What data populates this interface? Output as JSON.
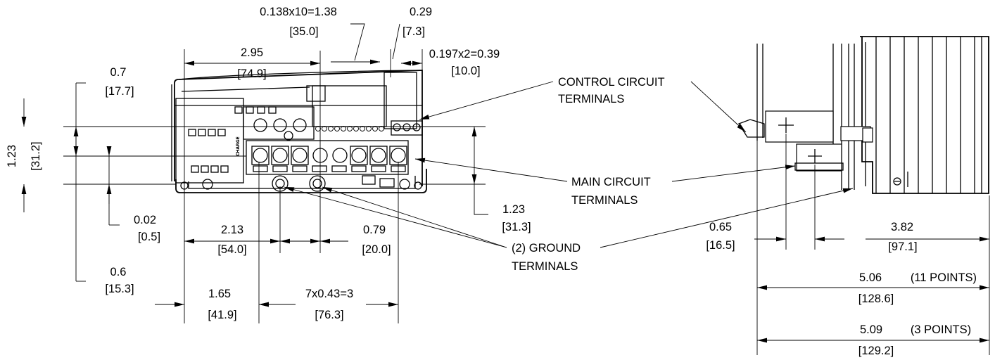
{
  "front_view": {
    "pitch_control": "0.138x10=1.38",
    "pitch_control_mm": "[35.0]",
    "dim_029": "0.29",
    "dim_029_mm": "[7.3]",
    "pitch_small": "0.197x2=0.39",
    "pitch_small_mm": "[10.0]",
    "dim_295": "2.95",
    "dim_295_mm": "[74.9]",
    "dim_07": "0.7",
    "dim_07_mm": "[17.7]",
    "dim_123_left": "1.23",
    "dim_123_left_mm": "[31.2]",
    "dim_002": "0.02",
    "dim_002_mm": "[0.5]",
    "dim_06": "0.6",
    "dim_06_mm": "[15.3]",
    "dim_213": "2.13",
    "dim_213_mm": "[54.0]",
    "dim_079": "0.79",
    "dim_079_mm": "[20.0]",
    "dim_123_right": "1.23",
    "dim_123_right_mm": "[31.3]",
    "dim_165": "1.65",
    "dim_165_mm": "[41.9]",
    "pitch_main": "7x0.43=3",
    "pitch_main_mm": "[76.3]",
    "charge_label": "CHARGE"
  },
  "callouts": {
    "control_line1": "CONTROL CIRCUIT",
    "control_line2": "TERMINALS",
    "main_line1": "MAIN CIRCUIT",
    "main_line2": "TERMINALS",
    "ground_line1": "(2) GROUND",
    "ground_line2": "TERMINALS"
  },
  "side_view": {
    "dim_065": "0.65",
    "dim_065_mm": "[16.5]",
    "dim_382": "3.82",
    "dim_382_mm": "[97.1]",
    "dim_506": "5.06",
    "dim_506_mm": "[128.6]",
    "dim_506_note": "(11 POINTS)",
    "dim_509": "5.09",
    "dim_509_mm": "[129.2]",
    "dim_509_note": "(3 POINTS)"
  }
}
